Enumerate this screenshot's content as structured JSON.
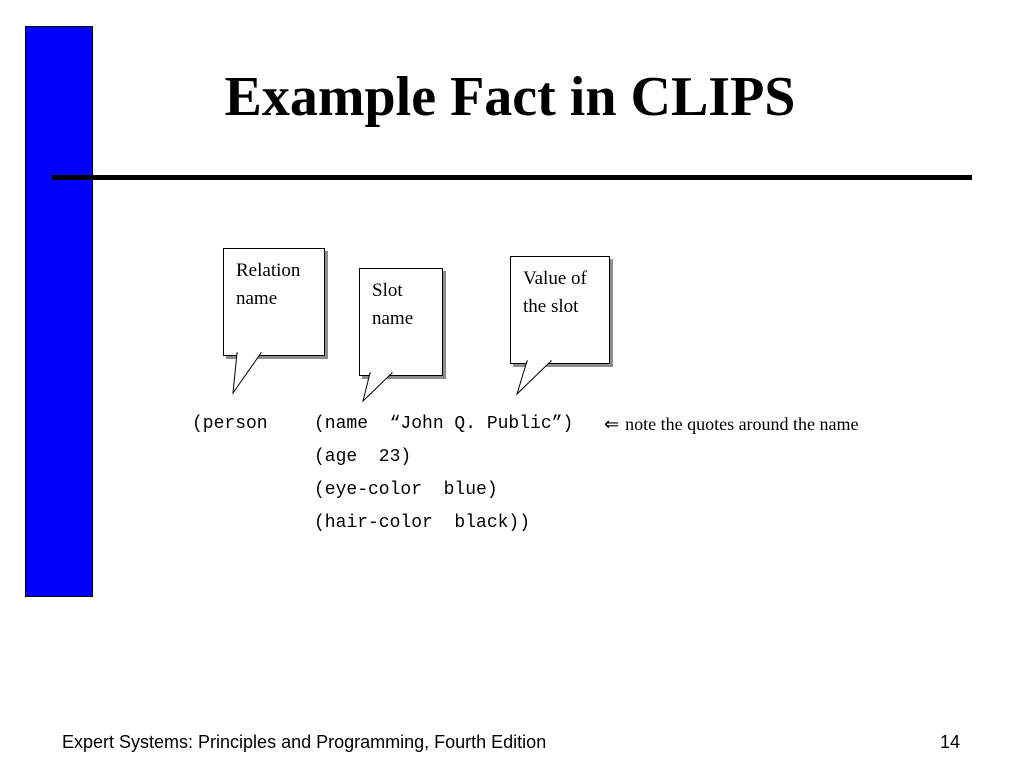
{
  "slide": {
    "title": "Example Fact in CLIPS",
    "accent_color": "#0000ff"
  },
  "callouts": {
    "relation": {
      "line1": "Relation",
      "line2": "name"
    },
    "slot": {
      "line1": "Slot",
      "line2": "name"
    },
    "value": {
      "line1": "Value of",
      "line2": "the slot"
    }
  },
  "fact": {
    "head": "(person",
    "lines": [
      "(name  “John Q. Public”)",
      "(age  23)",
      "(eye-color  blue)",
      "(hair-color  black))"
    ],
    "note_arrow": "⇐",
    "note": "note the quotes around the name"
  },
  "footer": {
    "book": "Expert Systems: Principles and Programming, Fourth Edition",
    "page": "14"
  }
}
